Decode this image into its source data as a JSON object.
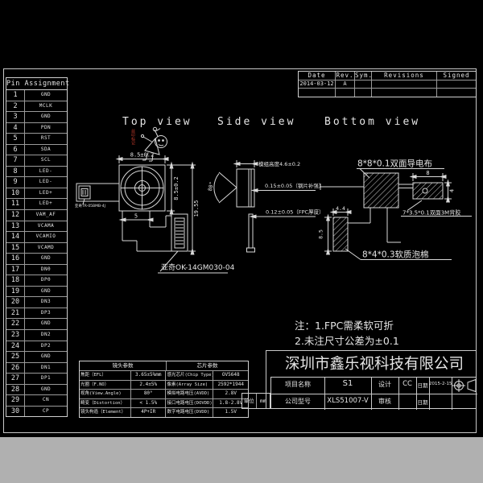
{
  "colors": {
    "background": "#000000",
    "line": "#d8d8d8",
    "accent_red": "#c03a2b",
    "gray_band": "#b0b0b0"
  },
  "pin_table": {
    "title": "Pin Assignment",
    "pins": [
      {
        "n": "1",
        "s": "GND"
      },
      {
        "n": "2",
        "s": "MCLK"
      },
      {
        "n": "3",
        "s": "GND"
      },
      {
        "n": "4",
        "s": "PDN"
      },
      {
        "n": "5",
        "s": "RST"
      },
      {
        "n": "6",
        "s": "SDA"
      },
      {
        "n": "7",
        "s": "SCL"
      },
      {
        "n": "8",
        "s": "LED-"
      },
      {
        "n": "9",
        "s": "LED-"
      },
      {
        "n": "10",
        "s": "LED+"
      },
      {
        "n": "11",
        "s": "LED+"
      },
      {
        "n": "12",
        "s": "VAM_AF"
      },
      {
        "n": "13",
        "s": "VCAMA"
      },
      {
        "n": "14",
        "s": "VCAMIO"
      },
      {
        "n": "15",
        "s": "VCAMD"
      },
      {
        "n": "16",
        "s": "GND"
      },
      {
        "n": "17",
        "s": "DN0"
      },
      {
        "n": "18",
        "s": "DP0"
      },
      {
        "n": "19",
        "s": "GND"
      },
      {
        "n": "20",
        "s": "DN3"
      },
      {
        "n": "21",
        "s": "DP3"
      },
      {
        "n": "22",
        "s": "GND"
      },
      {
        "n": "23",
        "s": "DN2"
      },
      {
        "n": "24",
        "s": "DP2"
      },
      {
        "n": "25",
        "s": "GND"
      },
      {
        "n": "26",
        "s": "DN1"
      },
      {
        "n": "27",
        "s": "DP1"
      },
      {
        "n": "28",
        "s": "GND"
      },
      {
        "n": "29",
        "s": "CN"
      },
      {
        "n": "30",
        "s": "CP"
      }
    ]
  },
  "revision_table": {
    "headers": [
      "Date",
      "Rev.",
      "Sym.",
      "Revisions",
      "Signed"
    ],
    "row": {
      "date": "2014-03-12",
      "rev": "A"
    }
  },
  "top_view": {
    "title": "Top view",
    "red_mark": "丝印标记",
    "dim_width": "8.5±0.2",
    "dim_height": "8.5±0.2",
    "dim_tail": "5",
    "dim_total": "19.55",
    "part_label": "亚奇TR-05BMB-4J",
    "connector_label": "亚奇OK-14GM030-04"
  },
  "side_view": {
    "title": "Side view",
    "angle": "80°",
    "dim_module": "模组高度4.6±0.2",
    "dim_steel": "0.15±0.05（钢片补强）",
    "dim_fpc": "0.12±0.05（FPC厚度）"
  },
  "bottom_view": {
    "title": "Bottom view",
    "label_conductive": "8*8*0.1双面导电布",
    "label_tape": "7*3.5*0.1双面3M背胶",
    "label_foam": "8*4*0.3软质泡棉",
    "dim_w8": "8",
    "dim_h4": "4",
    "dim_w44": "4.4",
    "dim_h85": "8.5"
  },
  "notes": {
    "line1": "注：1.FPC需柔软可折",
    "line2": "2.未注尺寸公差为±0.1"
  },
  "company_name": "深圳市鑫乐视科技有限公司",
  "spec_table": {
    "lens_header": "镜头参数",
    "chip_header": "芯片参数",
    "lens_rows": [
      {
        "label": "焦距（EFL）",
        "value": "3.65±5%mm"
      },
      {
        "label": "光圈（F.NO）",
        "value": "2.4±5%"
      },
      {
        "label": "视角(View.Angle)",
        "value": "80°"
      },
      {
        "label": "畸变（Distortion）",
        "value": "< 1.5%"
      },
      {
        "label": "镜头构造（Element）",
        "value": "4P+IR"
      }
    ],
    "chip_rows": [
      {
        "label": "感光芯片(Chip Type)",
        "value": "OV5648"
      },
      {
        "label": "像素(Array Size)",
        "value": "2592*1944"
      },
      {
        "label": "模拟电路电压(AVDD)",
        "value": "2.8V"
      },
      {
        "label": "接口电路电压(DOVDD)",
        "value": "1.8-2.8V"
      },
      {
        "label": "数字电路电压(DVDD)",
        "value": "1.5V"
      }
    ]
  },
  "title_block": {
    "unit_label": "单位",
    "unit_value": "mm",
    "project_label": "项目名称",
    "project_value": "S1",
    "design_label": "设计",
    "design_value": "CC",
    "date_label": "日期",
    "date_value": "2015-2-15",
    "model_label": "公司型号",
    "model_value": "XLS51007-V",
    "review_label": "审核",
    "date2_label": "日期"
  }
}
